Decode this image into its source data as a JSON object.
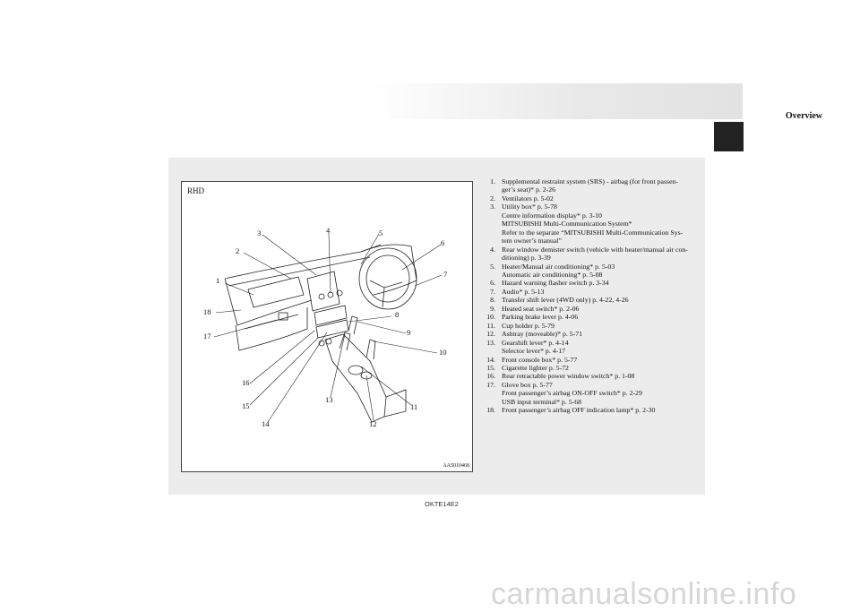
{
  "header": {
    "title": "Overview"
  },
  "figure": {
    "label": "RHD",
    "code": "AA5010468"
  },
  "callouts": [
    "1",
    "2",
    "3",
    "4",
    "5",
    "6",
    "7",
    "8",
    "9",
    "10",
    "11",
    "12",
    "13",
    "14",
    "15",
    "16",
    "17",
    "18"
  ],
  "legend": [
    {
      "num": "1.",
      "lines": [
        "Supplemental restraint system (SRS) - airbag (for front passen-",
        "ger’s seat)* p. 2-26"
      ]
    },
    {
      "num": "2.",
      "lines": [
        "Ventilators p. 5-02"
      ]
    },
    {
      "num": "3.",
      "lines": [
        "Utility box* p. 5-78",
        "Centre information display* p. 3-10",
        "MITSUBISHI Multi-Communication System*",
        "Refer to the separate “MITSUBISHI Multi-Communication Sys-",
        "tem owner’s manual”"
      ]
    },
    {
      "num": "4.",
      "lines": [
        "Rear window demister switch (vehicle with heater/manual air con-",
        "ditioning) p. 3-39"
      ]
    },
    {
      "num": "5.",
      "lines": [
        "Heater/Manual air conditioning* p. 5-03",
        "Automatic air conditioning* p. 5-08"
      ]
    },
    {
      "num": "6.",
      "lines": [
        "Hazard warning flasher switch p. 3-34"
      ]
    },
    {
      "num": "7.",
      "lines": [
        "Audio* p. 5-13"
      ]
    },
    {
      "num": "8.",
      "lines": [
        "Transfer shift lever (4WD only) p. 4-22, 4-26"
      ]
    },
    {
      "num": "9.",
      "lines": [
        "Heated seat switch* p. 2-06"
      ]
    },
    {
      "num": "10.",
      "lines": [
        "Parking brake lever p. 4-06"
      ]
    },
    {
      "num": "11.",
      "lines": [
        "Cup holder p. 5-79"
      ]
    },
    {
      "num": "12.",
      "lines": [
        "Ashtray (moveable)* p. 5-71"
      ]
    },
    {
      "num": "13.",
      "lines": [
        "Gearshift lever* p. 4-14",
        "Selector lever* p. 4-17"
      ]
    },
    {
      "num": "14.",
      "lines": [
        "Front console box* p. 5-77"
      ]
    },
    {
      "num": "15.",
      "lines": [
        "Cigarette lighter p. 5-72"
      ]
    },
    {
      "num": "16.",
      "lines": [
        "Rear retractable power window switch* p. 1-08"
      ]
    },
    {
      "num": "17.",
      "lines": [
        "Glove box p. 5-77",
        "Front passenger’s airbag ON-OFF switch* p. 2-29",
        "USB input terminal* p. 5-68"
      ]
    },
    {
      "num": "18.",
      "lines": [
        "Front passenger’s airbag OFF indication lamp* p. 2-30"
      ]
    }
  ],
  "footer": {
    "code": "OKTE14E2"
  },
  "watermark": {
    "text": "carmanualsonline.info"
  }
}
